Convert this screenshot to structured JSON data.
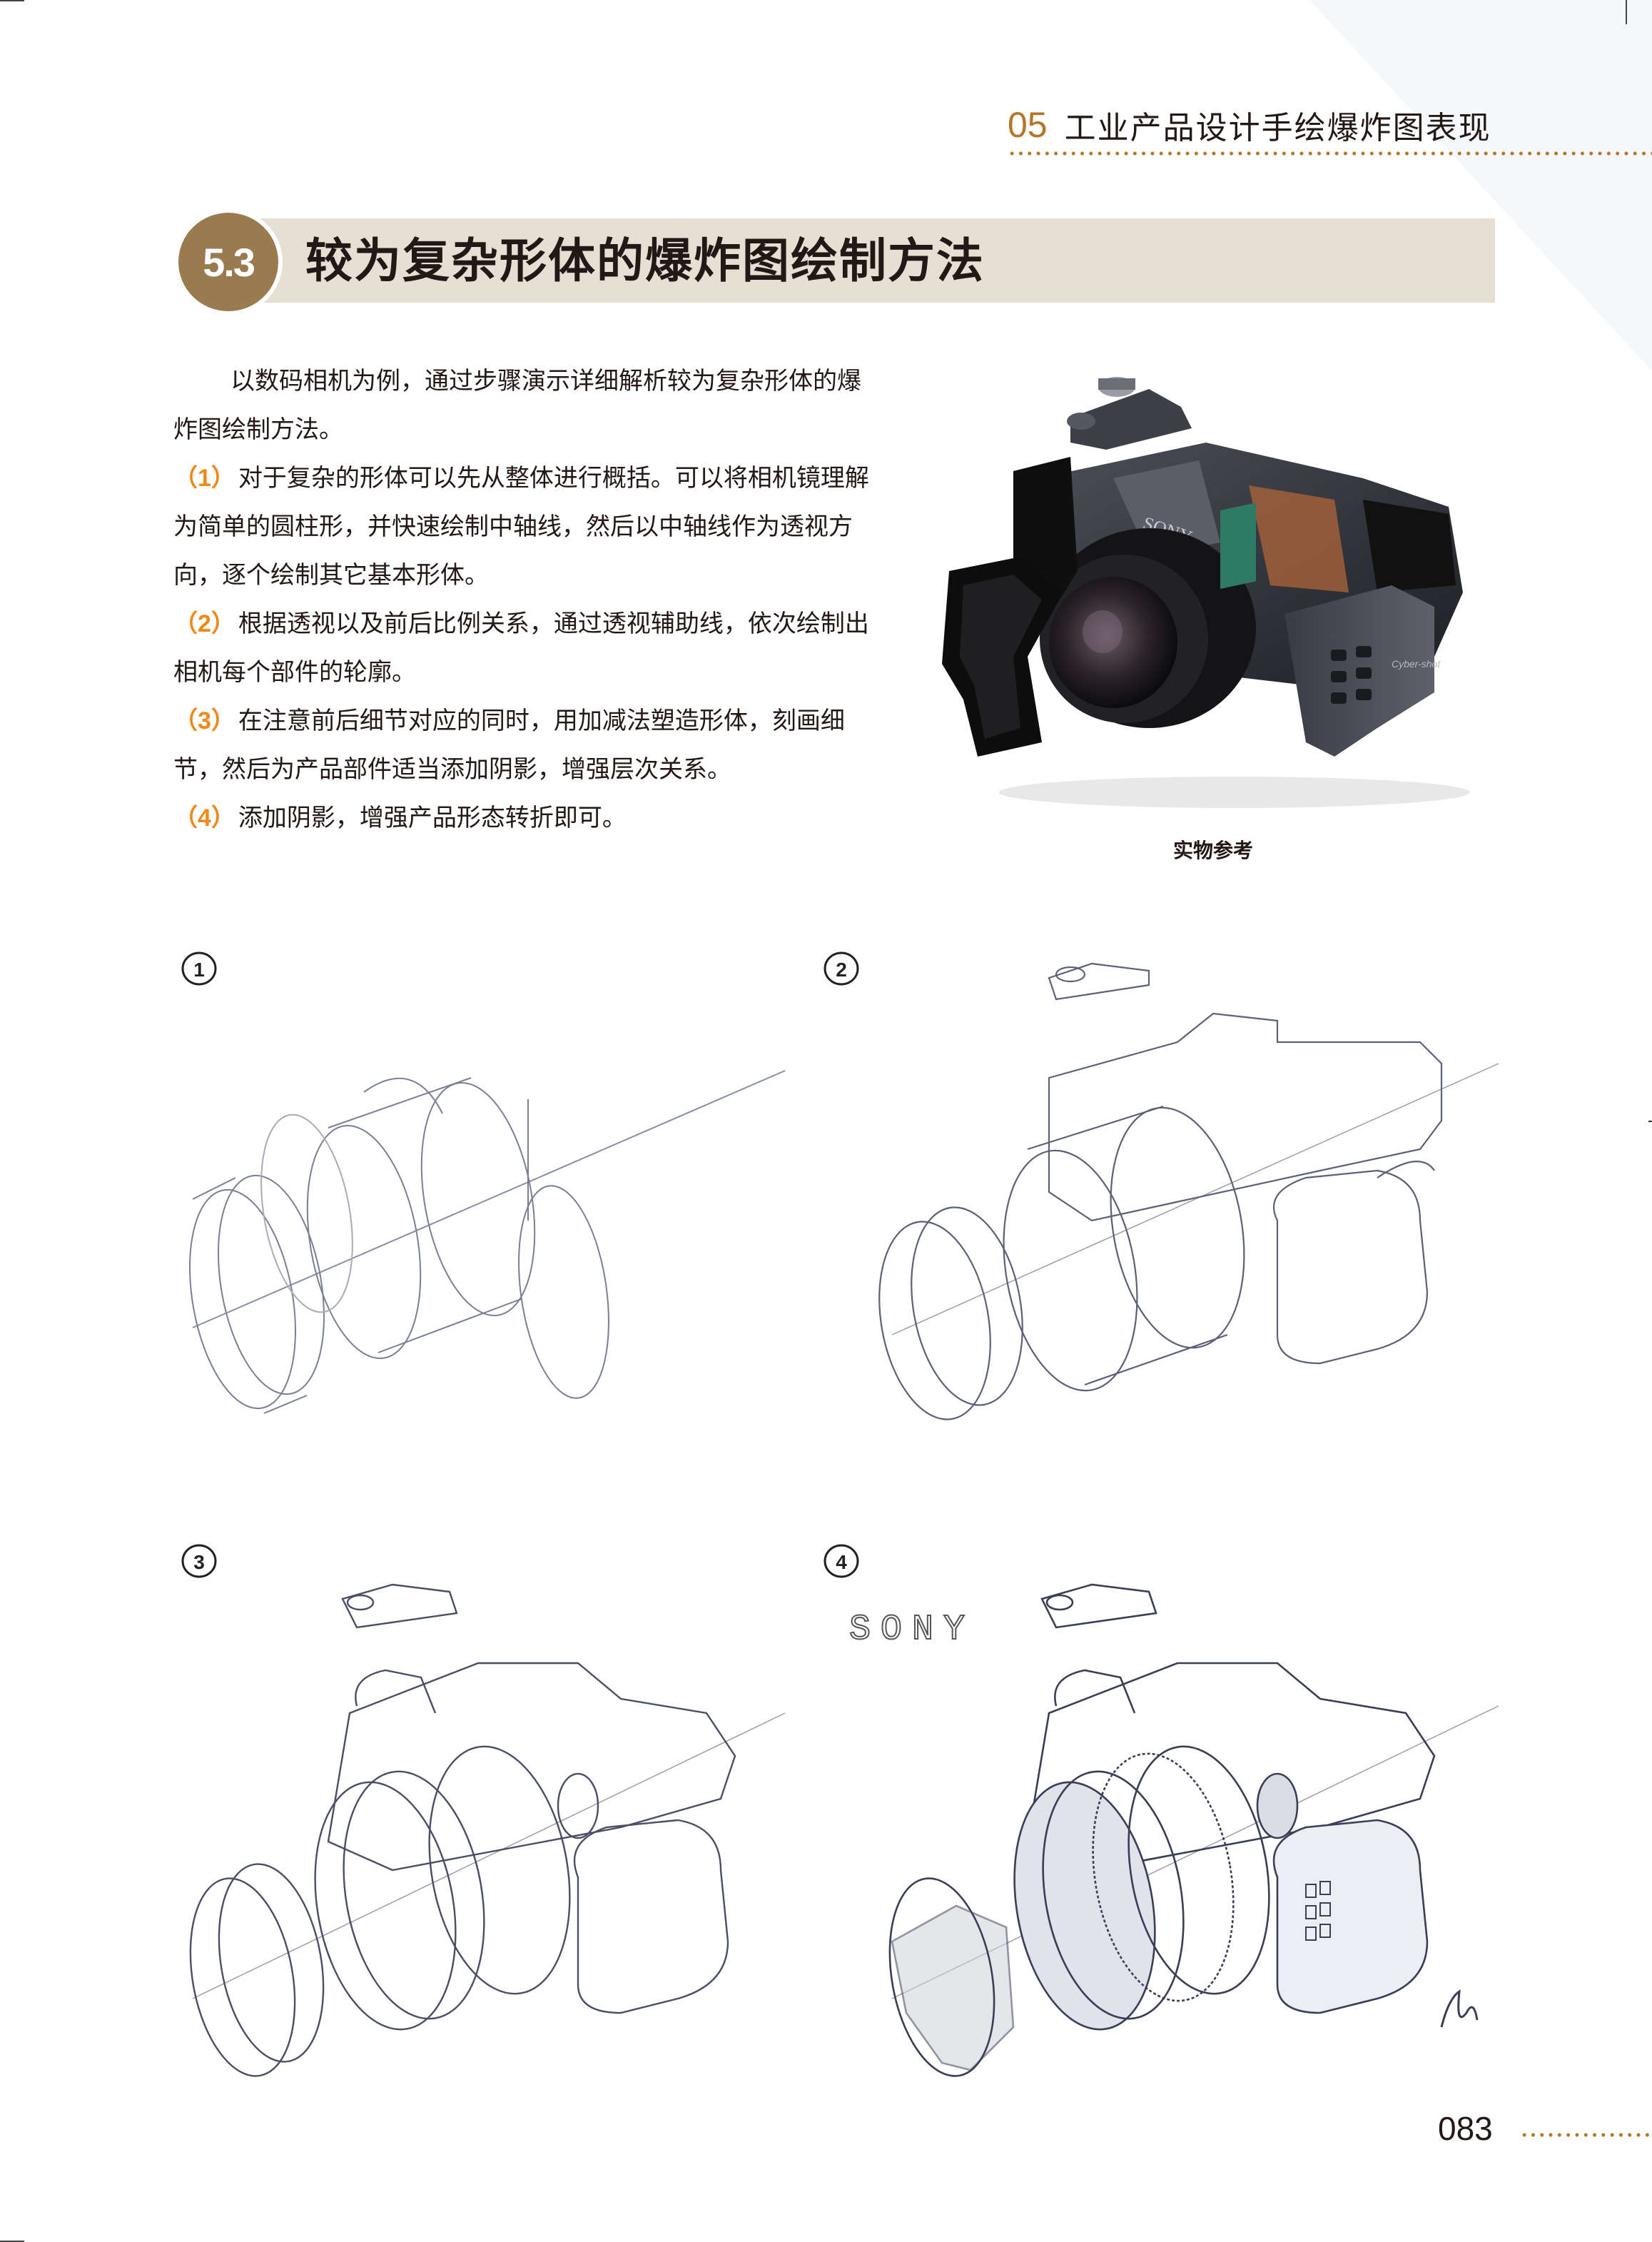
{
  "running_header": {
    "chapter_number": "05",
    "chapter_title": "工业产品设计手绘爆炸图表现"
  },
  "section": {
    "number": "5.3",
    "title": "较为复杂形体的爆炸图绘制方法"
  },
  "intro": "以数码相机为例，通过步骤演示详细解析较为复杂形体的爆炸图绘制方法。",
  "steps": [
    {
      "num": "（1）",
      "text": "对于复杂的形体可以先从整体进行概括。可以将相机镜理解为简单的圆柱形，并快速绘制中轴线，然后以中轴线作为透视方向，逐个绘制其它基本形体。"
    },
    {
      "num": "（2）",
      "text": "根据透视以及前后比例关系，通过透视辅助线，依次绘制出相机每个部件的轮廓。"
    },
    {
      "num": "（3）",
      "text": "在注意前后细节对应的同时，用加减法塑造形体，刻画细节，然后为产品部件适当添加阴影，增强层次关系。"
    },
    {
      "num": "（4）",
      "text": "添加阴影，增强产品形态转折即可。"
    }
  ],
  "reference_photo": {
    "caption": "实物参考",
    "brand_mark": "SONY",
    "grip_text": "Cyber-shot"
  },
  "sketches": [
    {
      "label": "1"
    },
    {
      "label": "2"
    },
    {
      "label": "3"
    },
    {
      "label": "4",
      "logo_text": "SONY"
    }
  ],
  "page_number": "083",
  "colors": {
    "accent_brown": "#b57628",
    "badge_brown": "#9a7b4f",
    "band_beige": "#e6dfd4",
    "step_orange": "#ee8a1a",
    "text": "#231815"
  }
}
